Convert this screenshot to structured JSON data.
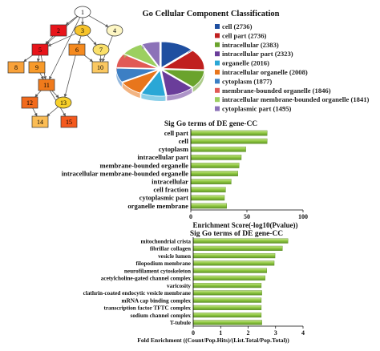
{
  "chart_data": [
    {
      "type": "diagram",
      "nodes": [
        {
          "id": "1",
          "label": "1",
          "color": "#ffffff"
        },
        {
          "id": "2",
          "label": "2",
          "color": "#e8141a"
        },
        {
          "id": "3",
          "label": "3",
          "color": "#f7c42c"
        },
        {
          "id": "4",
          "label": "4",
          "color": "#fdf6c4"
        },
        {
          "id": "5",
          "label": "5",
          "color": "#e8141a"
        },
        {
          "id": "6",
          "label": "6",
          "color": "#f58a1f"
        },
        {
          "id": "7",
          "label": "7",
          "color": "#fae06a"
        },
        {
          "id": "8",
          "label": "8",
          "color": "#f9a23a"
        },
        {
          "id": "9",
          "label": "9",
          "color": "#f79a2a"
        },
        {
          "id": "10",
          "label": "10",
          "color": "#fbc861"
        },
        {
          "id": "11",
          "label": "11",
          "color": "#f07a1b"
        },
        {
          "id": "12",
          "label": "12",
          "color": "#f26a1c"
        },
        {
          "id": "13",
          "label": "13",
          "color": "#f7d02a"
        },
        {
          "id": "14",
          "label": "14",
          "color": "#fbbd55"
        },
        {
          "id": "15",
          "label": "15",
          "color": "#f4591d"
        }
      ],
      "edges": [
        [
          "1",
          "2"
        ],
        [
          "1",
          "3"
        ],
        [
          "1",
          "4"
        ],
        [
          "1",
          "5"
        ],
        [
          "1",
          "11"
        ],
        [
          "2",
          "5"
        ],
        [
          "3",
          "5"
        ],
        [
          "3",
          "6"
        ],
        [
          "3",
          "7"
        ],
        [
          "4",
          "10"
        ],
        [
          "5",
          "8"
        ],
        [
          "5",
          "9"
        ],
        [
          "5",
          "11"
        ],
        [
          "6",
          "10"
        ],
        [
          "6",
          "13"
        ],
        [
          "7",
          "10"
        ],
        [
          "9",
          "11"
        ],
        [
          "11",
          "12"
        ],
        [
          "11",
          "13"
        ],
        [
          "11",
          "15"
        ],
        [
          "12",
          "14"
        ],
        [
          "13",
          "14"
        ]
      ]
    },
    {
      "type": "pie",
      "title": "Go Cellular Component Classification",
      "labels": [
        "cell (2736)",
        "cell part (2736)",
        "intracellular (2383)",
        "intracellular part (2323)",
        "organelle (2016)",
        "intracellular organelle (2008)",
        "cytoplasm (1877)",
        "membrane-bounded organelle (1846)",
        "intracellular membrane-bounded organelle (1841)",
        "cytoplasmic part (1495)"
      ],
      "values": [
        2736,
        2736,
        2383,
        2323,
        2016,
        2008,
        1877,
        1846,
        1841,
        1495
      ],
      "colors": [
        "#1f4fa0",
        "#c0201f",
        "#6aa32c",
        "#6a3d9a",
        "#2aa7d6",
        "#e8761c",
        "#3c7fc4",
        "#e15a56",
        "#9ccf60",
        "#8c72b8"
      ]
    },
    {
      "type": "bar",
      "orientation": "horizontal",
      "title": "Sig Go terms of DE gene-CC",
      "categories": [
        "cell part",
        "cell",
        "cytoplasm",
        "intracellular part",
        "membrane-bounded organelle",
        "intracellular membrane-bounded organelle",
        "intracellular",
        "cell fraction",
        "cytoplasmic part",
        "organelle membrane"
      ],
      "values": [
        68,
        68,
        49,
        45,
        43,
        42,
        36,
        31,
        30,
        32
      ],
      "xlabel": "Enrichment Score(-log10(Pvalue))",
      "xlim": [
        0,
        100
      ],
      "xticks": [
        "0",
        "50",
        "100"
      ],
      "color": "#8dc63f"
    },
    {
      "type": "bar",
      "orientation": "horizontal",
      "title": "Sig Go terms of DE gene-CC",
      "categories": [
        "mitochondrial crista",
        "fibrillar collagen",
        "vesicle lumen",
        "filopodium membrane",
        "neurofilament cytoskeleton",
        "acetylcholine-gated channel complex",
        "varicosity",
        "clathrin-coated endocytic vesicle membrane",
        "mRNA cap binding complex",
        "transcription factor TFTC complex",
        "sodium channel complex",
        "T-tubule"
      ],
      "values": [
        3.45,
        3.25,
        2.98,
        2.95,
        2.68,
        2.62,
        2.48,
        2.5,
        2.48,
        2.48,
        2.48,
        2.5
      ],
      "xlabel": "Fold Enrichment ((Count/Pop.Hits)/(List.Total/Pop.Total))",
      "xlim": [
        0,
        4
      ],
      "xticks": [
        "0",
        "1",
        "2",
        "3",
        "4"
      ],
      "color": "#8dc63f"
    }
  ]
}
